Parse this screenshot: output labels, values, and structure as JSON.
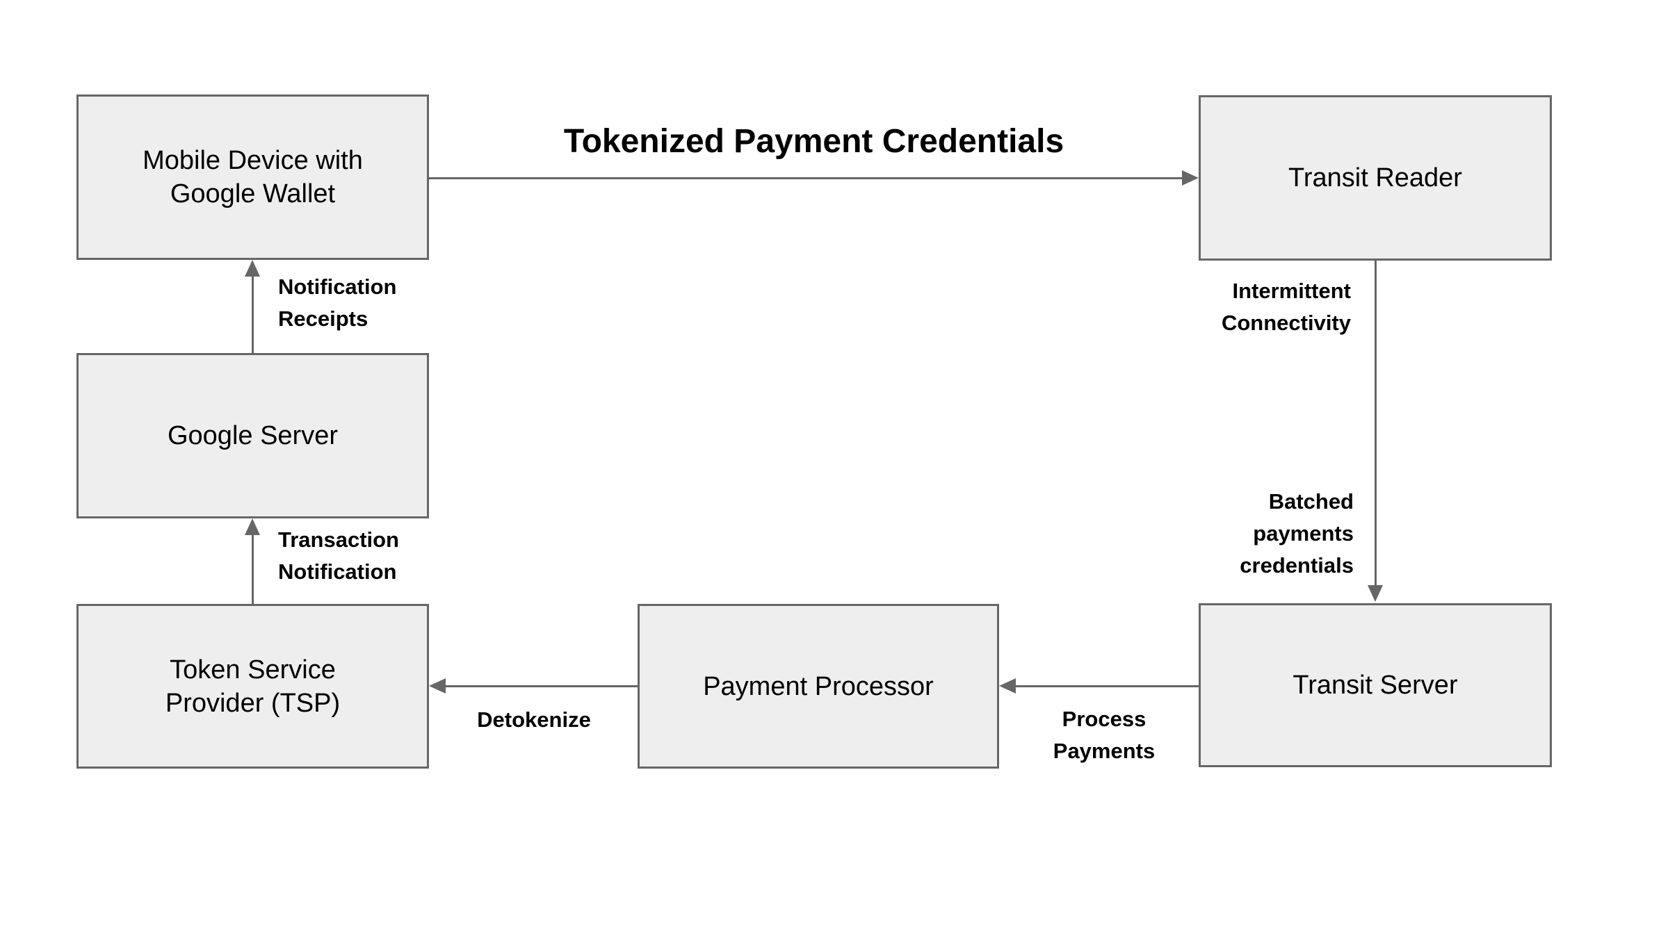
{
  "diagram": {
    "nodes": {
      "mobile_device": {
        "label": "Mobile Device with\nGoogle Wallet"
      },
      "transit_reader": {
        "label": "Transit Reader"
      },
      "google_server": {
        "label": "Google Server"
      },
      "tsp": {
        "label": "Token Service\nProvider (TSP)"
      },
      "payment_processor": {
        "label": "Payment Processor"
      },
      "transit_server": {
        "label": "Transit Server"
      }
    },
    "edges": {
      "tokenized_payment_credentials": {
        "label": "Tokenized Payment Credentials"
      },
      "intermittent_connectivity": {
        "label": "Intermittent\nConnectivity"
      },
      "batched_payments_credentials": {
        "label": "Batched\npayments\ncredentials"
      },
      "process_payments": {
        "label": "Process\nPayments"
      },
      "detokenize": {
        "label": "Detokenize"
      },
      "transaction_notification": {
        "label": "Transaction\nNotification"
      },
      "notification_receipts": {
        "label": "Notification\nReceipts"
      }
    },
    "colors": {
      "background": "#ffffff",
      "node_fill": "#eeeeee",
      "node_border": "#666666",
      "arrow": "#666666",
      "text": "#000000"
    }
  }
}
